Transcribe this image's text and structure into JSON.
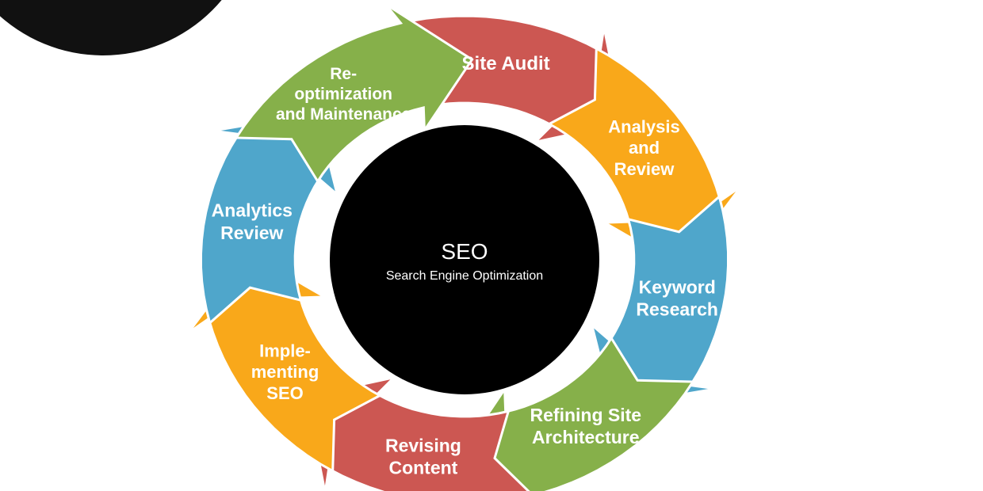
{
  "center": {
    "title": "SEO",
    "subtitle": "Search Engine Optimization",
    "color": "#000000"
  },
  "steps": [
    {
      "lines": [
        "Site Audit"
      ],
      "color": "#CC5752"
    },
    {
      "lines": [
        "Analysis",
        "and",
        "Review"
      ],
      "color": "#F9A81A"
    },
    {
      "lines": [
        "Keyword",
        "Research"
      ],
      "color": "#4FA6CB"
    },
    {
      "lines": [
        "Refining Site",
        "Architecture"
      ],
      "color": "#86B04A"
    },
    {
      "lines": [
        "Revising",
        "Content"
      ],
      "color": "#CC5752"
    },
    {
      "lines": [
        "Imple-",
        "menting",
        "SEO"
      ],
      "color": "#F9A81A"
    },
    {
      "lines": [
        "Analytics",
        "Review"
      ],
      "color": "#4FA6CB"
    },
    {
      "lines": [
        "Re-",
        "optimization",
        "and Maintenance"
      ],
      "color": "#86B04A"
    }
  ],
  "decor": {
    "corner_circle_color": "#111111"
  }
}
